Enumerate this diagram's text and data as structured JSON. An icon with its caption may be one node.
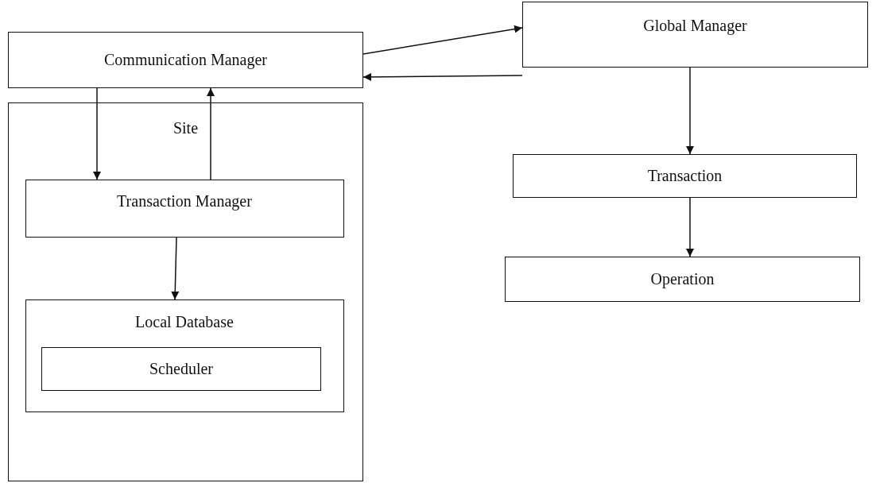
{
  "diagram": {
    "nodes": [
      {
        "text": [
          "Communication Manager"
        ]
      },
      {
        "text": [
          "Global Manager"
        ]
      },
      {
        "text": [
          "Site"
        ]
      },
      {
        "text": [
          "Transaction Manager"
        ],
        "in": 2
      },
      {
        "text": [
          "Local Database"
        ],
        "in": 2
      },
      {
        "text": [
          "Scheduler"
        ],
        "in": 4
      },
      {
        "text": [
          "Transaction"
        ]
      },
      {
        "text": [
          "Operation"
        ]
      }
    ],
    "edges": [
      {
        "from": 0,
        "to": 1,
        "arrow": "to"
      },
      {
        "from": 1,
        "to": 0,
        "arrow": "to"
      },
      {
        "from": 0,
        "to": 3,
        "arrow": "to"
      },
      {
        "from": 3,
        "to": 0,
        "arrow": "to"
      },
      {
        "from": 3,
        "to": 4,
        "arrow": "to"
      },
      {
        "from": 1,
        "to": 6,
        "arrow": "to"
      },
      {
        "from": 6,
        "to": 7,
        "arrow": "to"
      }
    ]
  }
}
